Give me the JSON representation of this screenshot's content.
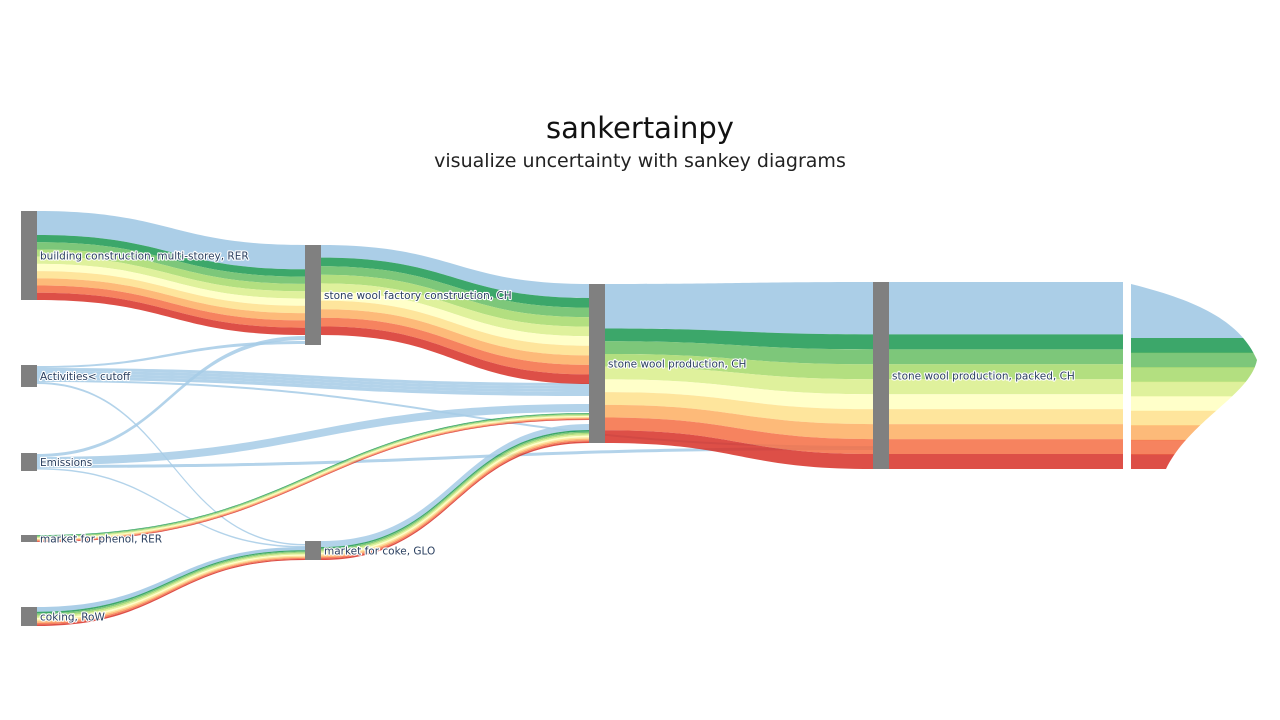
{
  "title": "sankertainpy",
  "subtitle": "visualize uncertainty with sankey diagrams",
  "colors": {
    "node": "#808080",
    "link": "#a6cbe6",
    "uncertainty_bands": [
      "#1a9850",
      "#66bd63",
      "#a6d96a",
      "#d9ef8b",
      "#ffffbf",
      "#fee08b",
      "#fdae61",
      "#f46d43",
      "#d73027"
    ]
  },
  "nodes": [
    {
      "id": "bc",
      "label": "building construction, multi-storey, RER"
    },
    {
      "id": "act",
      "label": "Activities< cutoff"
    },
    {
      "id": "em",
      "label": "Emissions"
    },
    {
      "id": "phenol",
      "label": "market for phenol, RER"
    },
    {
      "id": "coking",
      "label": "coking, RoW"
    },
    {
      "id": "swfc",
      "label": "stone wool factory construction, CH"
    },
    {
      "id": "coke",
      "label": "market for coke, GLO"
    },
    {
      "id": "swp",
      "label": "stone wool production, CH"
    },
    {
      "id": "swpp",
      "label": "stone wool production, packed, CH"
    }
  ],
  "links": [
    {
      "source": "bc",
      "target": "swfc",
      "uncertainty": true
    },
    {
      "source": "act",
      "target": "swfc",
      "uncertainty": false
    },
    {
      "source": "em",
      "target": "swfc",
      "uncertainty": false
    },
    {
      "source": "act",
      "target": "swp",
      "uncertainty": false
    },
    {
      "source": "act",
      "target": "coke",
      "uncertainty": false
    },
    {
      "source": "act",
      "target": "swpp",
      "uncertainty": false
    },
    {
      "source": "em",
      "target": "swp",
      "uncertainty": false
    },
    {
      "source": "em",
      "target": "coke",
      "uncertainty": false
    },
    {
      "source": "em",
      "target": "swpp",
      "uncertainty": false
    },
    {
      "source": "phenol",
      "target": "swp",
      "uncertainty": true
    },
    {
      "source": "coking",
      "target": "coke",
      "uncertainty": true
    },
    {
      "source": "swfc",
      "target": "swp",
      "uncertainty": true
    },
    {
      "source": "coke",
      "target": "swp",
      "uncertainty": true
    },
    {
      "source": "swp",
      "target": "swpp",
      "uncertainty": true
    },
    {
      "source": "swpp",
      "target": "output",
      "uncertainty": true
    }
  ]
}
